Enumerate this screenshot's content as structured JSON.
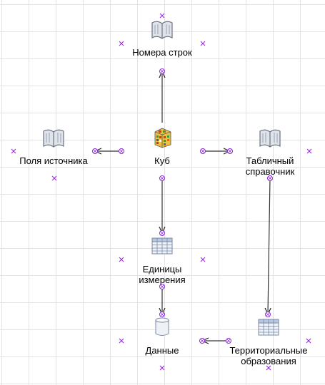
{
  "nodes": {
    "nomera": {
      "label": "Номера строк",
      "icon": "book-icon"
    },
    "polya": {
      "label": "Поля источника",
      "icon": "book-icon"
    },
    "kub": {
      "label": "Куб",
      "icon": "cube-icon"
    },
    "tabl": {
      "label": "Табличный\nсправочник",
      "icon": "book-icon"
    },
    "edinicy": {
      "label": "Единицы\nизмерения",
      "icon": "table-icon"
    },
    "dannye": {
      "label": "Данные",
      "icon": "database-icon"
    },
    "terr": {
      "label": "Территориальные\nобразования",
      "icon": "table-icon"
    }
  },
  "colors": {
    "connector": "#333333",
    "port": "#8a2be2",
    "handle": "#a020f0"
  }
}
